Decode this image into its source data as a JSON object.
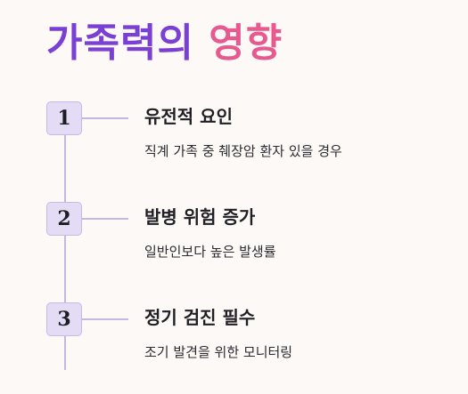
{
  "title": {
    "part1": "가족력의",
    "part2": "영향"
  },
  "colors": {
    "title_primary": "#7a3fd3",
    "title_accent": "#e65a8f",
    "timeline": "#c4b7e4",
    "badge_fill": "#e4dcf5",
    "background": "#fdf9f7"
  },
  "steps": [
    {
      "number": "1",
      "title": "유전적 요인",
      "description": "직계 가족 중 췌장암 환자 있을 경우"
    },
    {
      "number": "2",
      "title": "발병 위험 증가",
      "description": "일반인보다 높은 발생률"
    },
    {
      "number": "3",
      "title": "정기 검진 필수",
      "description": "조기 발견을 위한 모니터링"
    }
  ]
}
